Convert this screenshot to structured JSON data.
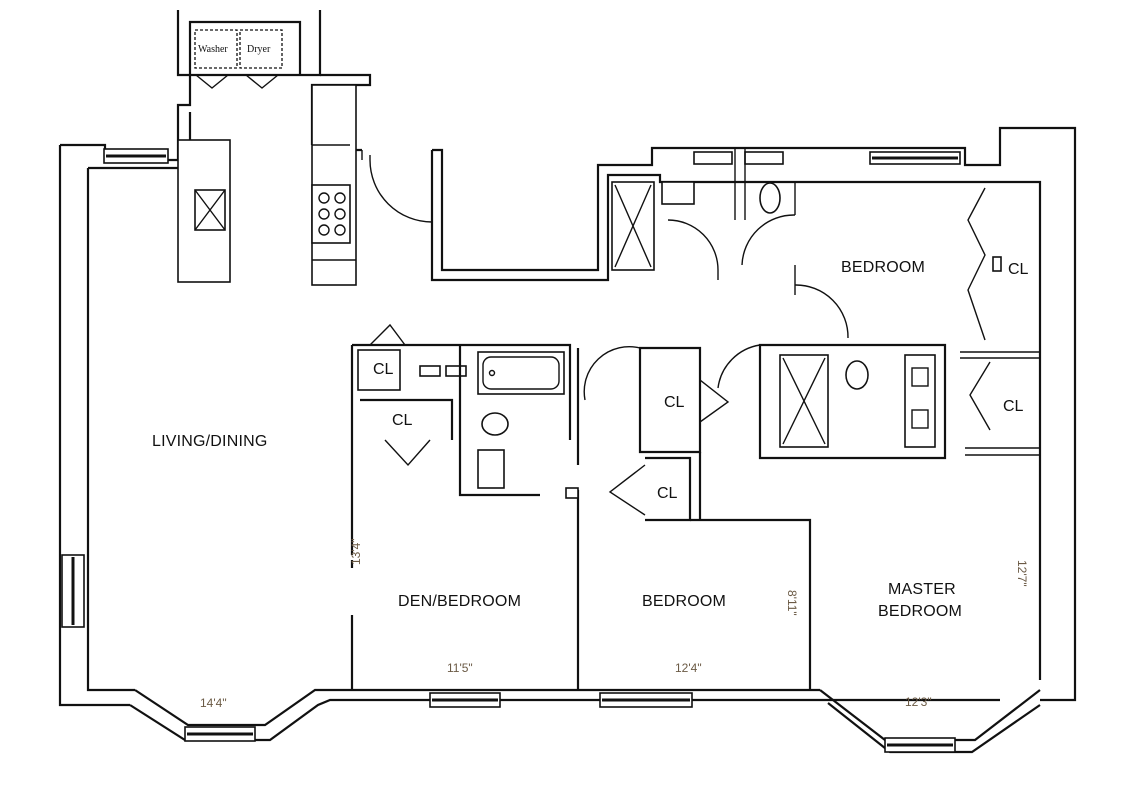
{
  "rooms": {
    "living_dining": "LIVING/DINING",
    "den_bedroom": "DEN/BEDROOM",
    "bedroom_center": "BEDROOM",
    "bedroom_top": "BEDROOM",
    "master_bedroom_line1": "MASTER",
    "master_bedroom_line2": "BEDROOM"
  },
  "closets": {
    "cl_den_top": "CL",
    "cl_den_mid": "CL",
    "cl_center_top": "CL",
    "cl_center_bottom": "CL",
    "cl_right_top": "CL",
    "cl_right_mid": "CL"
  },
  "appliances": {
    "washer": "Washer",
    "dryer": "Dryer"
  },
  "dimensions": {
    "living_width": "14'4\"",
    "den_width": "11'5\"",
    "den_depth": "13'4\"",
    "bedroom_width": "12'4\"",
    "bedroom_depth": "8'11\"",
    "master_width": "12'3\"",
    "master_depth": "12'7\""
  }
}
